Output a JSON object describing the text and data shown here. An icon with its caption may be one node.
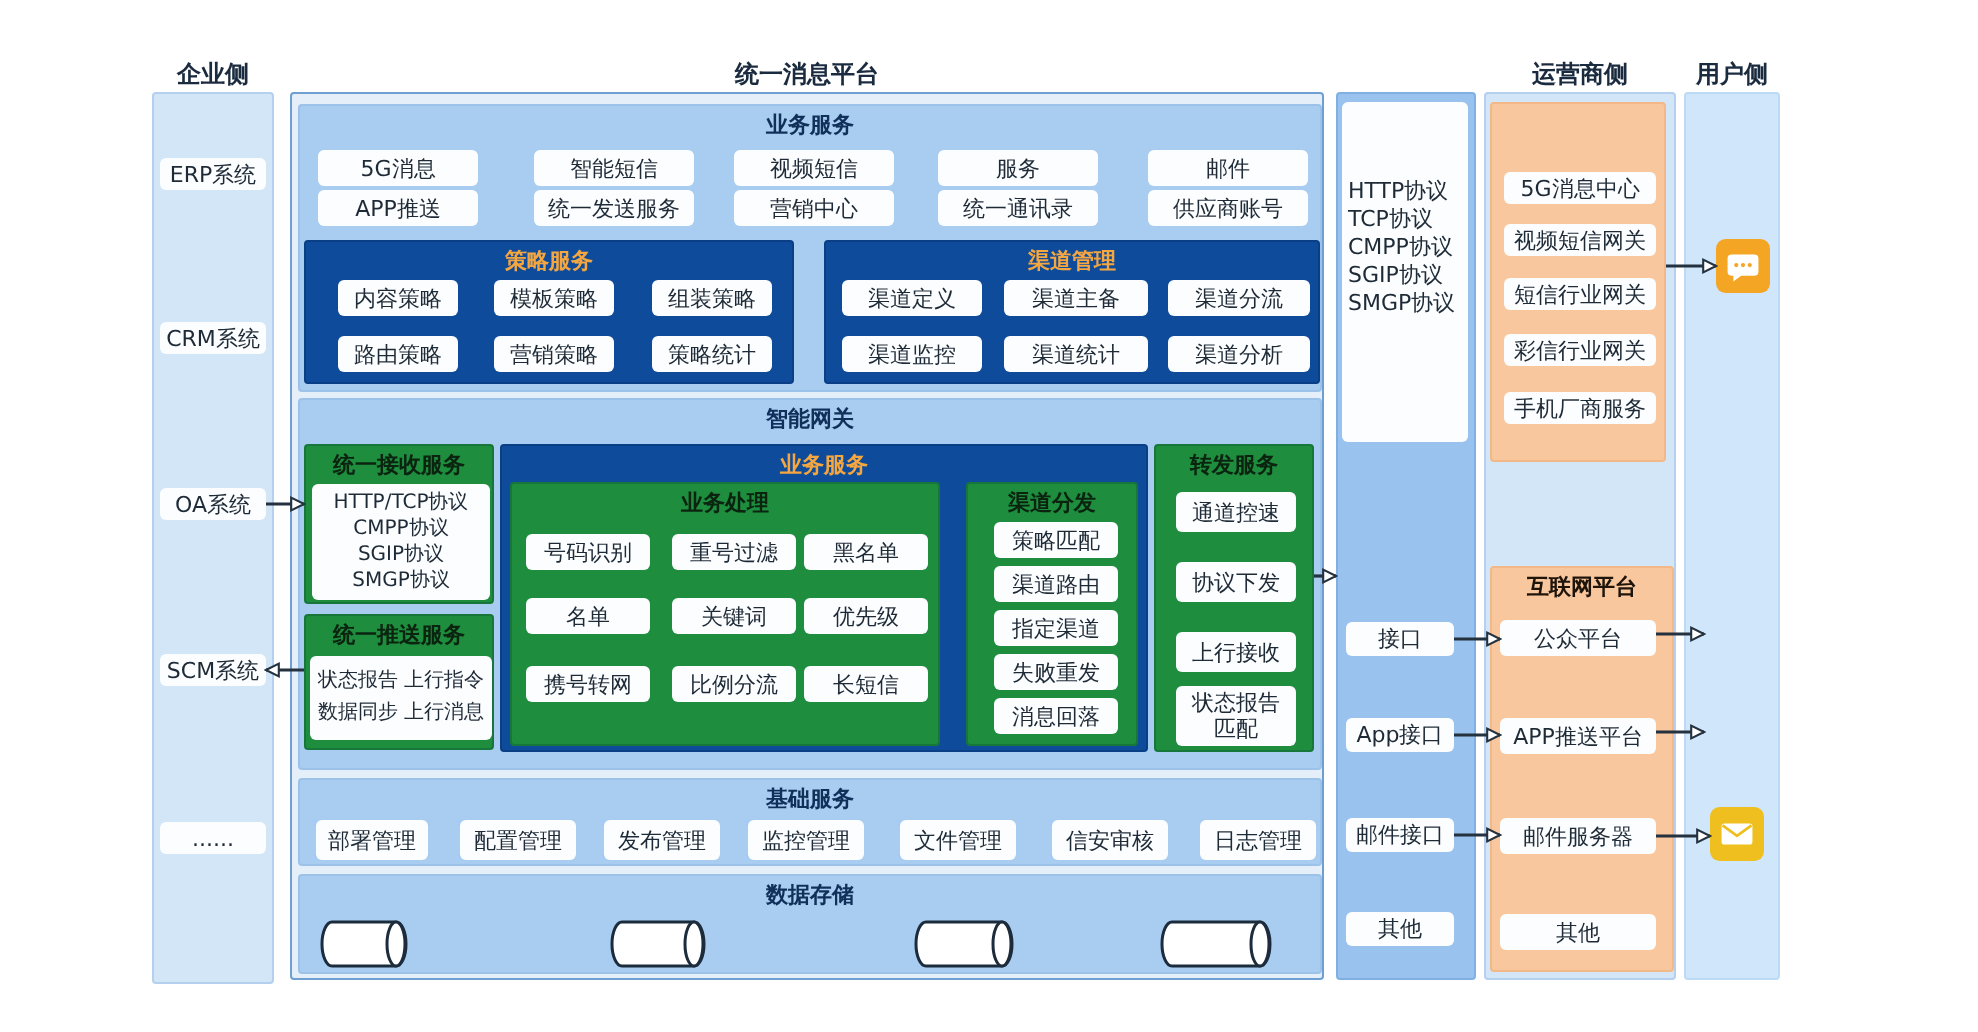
{
  "diagram": {
    "nodes": [
      {
        "text": [
          "企业侧"
        ]
      },
      {
        "text": [
          "ERP系统"
        ],
        "in": 0
      },
      {
        "text": [
          "CRM系统"
        ],
        "in": 0
      },
      {
        "text": [
          "OA系统"
        ],
        "in": 0
      },
      {
        "text": [
          "SCM系统"
        ],
        "in": 0
      },
      {
        "text": [
          "......"
        ],
        "in": 0
      },
      {
        "text": [
          "统一消息平台"
        ]
      },
      {
        "text": [
          "业务服务"
        ],
        "in": 6
      },
      {
        "text": [
          "5G消息"
        ],
        "in": 7
      },
      {
        "text": [
          "智能短信"
        ],
        "in": 7
      },
      {
        "text": [
          "视频短信"
        ],
        "in": 7
      },
      {
        "text": [
          "服务"
        ],
        "in": 7
      },
      {
        "text": [
          "邮件"
        ],
        "in": 7
      },
      {
        "text": [
          "APP推送"
        ],
        "in": 7
      },
      {
        "text": [
          "统一发送服务"
        ],
        "in": 7
      },
      {
        "text": [
          "营销中心"
        ],
        "in": 7
      },
      {
        "text": [
          "统一通讯录"
        ],
        "in": 7
      },
      {
        "text": [
          "供应商账号"
        ],
        "in": 7
      },
      {
        "text": [
          "策略服务"
        ],
        "in": 7
      },
      {
        "text": [
          "内容策略"
        ],
        "in": 18
      },
      {
        "text": [
          "模板策略"
        ],
        "in": 18
      },
      {
        "text": [
          "组装策略"
        ],
        "in": 18
      },
      {
        "text": [
          "路由策略"
        ],
        "in": 18
      },
      {
        "text": [
          "营销策略"
        ],
        "in": 18
      },
      {
        "text": [
          "策略统计"
        ],
        "in": 18
      },
      {
        "text": [
          "渠道管理"
        ],
        "in": 7
      },
      {
        "text": [
          "渠道定义"
        ],
        "in": 25
      },
      {
        "text": [
          "渠道主备"
        ],
        "in": 25
      },
      {
        "text": [
          "渠道分流"
        ],
        "in": 25
      },
      {
        "text": [
          "渠道监控"
        ],
        "in": 25
      },
      {
        "text": [
          "渠道统计"
        ],
        "in": 25
      },
      {
        "text": [
          "渠道分析"
        ],
        "in": 25
      },
      {
        "text": [
          "智能网关"
        ],
        "in": 6
      },
      {
        "text": [
          "统一接收服务"
        ],
        "in": 32
      },
      {
        "text": [
          "HTTP/TCP协议 CMPP协议 SGIP协议 SMGP协议"
        ],
        "in": 33
      },
      {
        "text": [
          "统一推送服务"
        ],
        "in": 32
      },
      {
        "text": [
          "状态报告 上行指令",
          "数据同步 上行消息"
        ],
        "in": 35
      },
      {
        "text": [
          "业务服务"
        ],
        "in": 32
      },
      {
        "text": [
          "业务处理"
        ],
        "in": 37
      },
      {
        "text": [
          "号码识别"
        ],
        "in": 38
      },
      {
        "text": [
          "重号过滤"
        ],
        "in": 38
      },
      {
        "text": [
          "黑名单"
        ],
        "in": 38
      },
      {
        "text": [
          "名单"
        ],
        "in": 38
      },
      {
        "text": [
          "关键词"
        ],
        "in": 38
      },
      {
        "text": [
          "优先级"
        ],
        "in": 38
      },
      {
        "text": [
          "携号转网"
        ],
        "in": 38
      },
      {
        "text": [
          "比例分流"
        ],
        "in": 38
      },
      {
        "text": [
          "长短信"
        ],
        "in": 38
      },
      {
        "text": [
          "渠道分发"
        ],
        "in": 37
      },
      {
        "text": [
          "策略匹配"
        ],
        "in": 48
      },
      {
        "text": [
          "渠道路由"
        ],
        "in": 48
      },
      {
        "text": [
          "指定渠道"
        ],
        "in": 48
      },
      {
        "text": [
          "失败重发"
        ],
        "in": 48
      },
      {
        "text": [
          "消息回落"
        ],
        "in": 48
      },
      {
        "text": [
          "转发服务"
        ],
        "in": 32
      },
      {
        "text": [
          "通道控速"
        ],
        "in": 54
      },
      {
        "text": [
          "协议下发"
        ],
        "in": 54
      },
      {
        "text": [
          "上行接收"
        ],
        "in": 54
      },
      {
        "text": [
          "状态报告匹配"
        ],
        "in": 54
      },
      {
        "text": [
          "基础服务"
        ],
        "in": 6
      },
      {
        "text": [
          "部署管理"
        ],
        "in": 59
      },
      {
        "text": [
          "配置管理"
        ],
        "in": 59
      },
      {
        "text": [
          "发布管理"
        ],
        "in": 59
      },
      {
        "text": [
          "监控管理"
        ],
        "in": 59
      },
      {
        "text": [
          "文件管理"
        ],
        "in": 59
      },
      {
        "text": [
          "信安审核"
        ],
        "in": 59
      },
      {
        "text": [
          "日志管理"
        ],
        "in": 59
      },
      {
        "text": [
          "数据存储"
        ],
        "in": 6
      },
      {
        "text": [],
        "shape": "cylinder",
        "in": 67
      },
      {
        "text": [],
        "shape": "cylinder",
        "in": 67
      },
      {
        "text": [],
        "shape": "cylinder",
        "in": 67
      },
      {
        "text": [],
        "shape": "cylinder",
        "in": 67
      },
      {
        "text": [],
        "shape": "box"
      },
      {
        "text": [
          "HTTP协议 TCP协议 CMPP协议 SGIP协议 SMGP协议"
        ],
        "in": 72
      },
      {
        "text": [
          "接口"
        ],
        "in": 72
      },
      {
        "text": [
          "App接口"
        ],
        "in": 72
      },
      {
        "text": [
          "邮件接口"
        ],
        "in": 72
      },
      {
        "text": [
          "其他"
        ],
        "in": 72
      },
      {
        "text": [
          "运营商侧"
        ]
      },
      {
        "text": [],
        "shape": "box",
        "in": 78
      },
      {
        "text": [
          "5G消息中心"
        ],
        "in": 79
      },
      {
        "text": [
          "视频短信网关"
        ],
        "in": 79
      },
      {
        "text": [
          "短信行业网关"
        ],
        "in": 79
      },
      {
        "text": [
          "彩信行业网关"
        ],
        "in": 79
      },
      {
        "text": [
          "手机厂商服务"
        ],
        "in": 79
      },
      {
        "text": [
          "互联网平台"
        ],
        "in": 78
      },
      {
        "text": [
          "公众平台"
        ],
        "in": 85
      },
      {
        "text": [
          "APP推送平台"
        ],
        "in": 85
      },
      {
        "text": [
          "邮件服务器"
        ],
        "in": 85
      },
      {
        "text": [
          "其他"
        ],
        "in": 85
      },
      {
        "text": [
          "用户侧"
        ]
      },
      {
        "text": [],
        "shape": "picture",
        "in": 90
      },
      {
        "text": [],
        "shape": "picture",
        "in": 90
      }
    ],
    "edges": [
      {
        "from": 3,
        "to": 33,
        "arrow": "to"
      },
      {
        "from": 35,
        "to": 4,
        "arrow": "to"
      },
      {
        "from": 54,
        "to": 72,
        "arrow": "to"
      },
      {
        "from": 79,
        "to": 91,
        "arrow": "to"
      },
      {
        "from": 74,
        "to": 86,
        "arrow": "to"
      },
      {
        "from": 86,
        "to": null,
        "arrow": "to"
      },
      {
        "from": 75,
        "to": 87,
        "arrow": "to"
      },
      {
        "from": 87,
        "to": null,
        "arrow": "to"
      },
      {
        "from": 76,
        "to": 88,
        "arrow": "to"
      },
      {
        "from": 88,
        "to": 92,
        "arrow": "to"
      }
    ]
  }
}
